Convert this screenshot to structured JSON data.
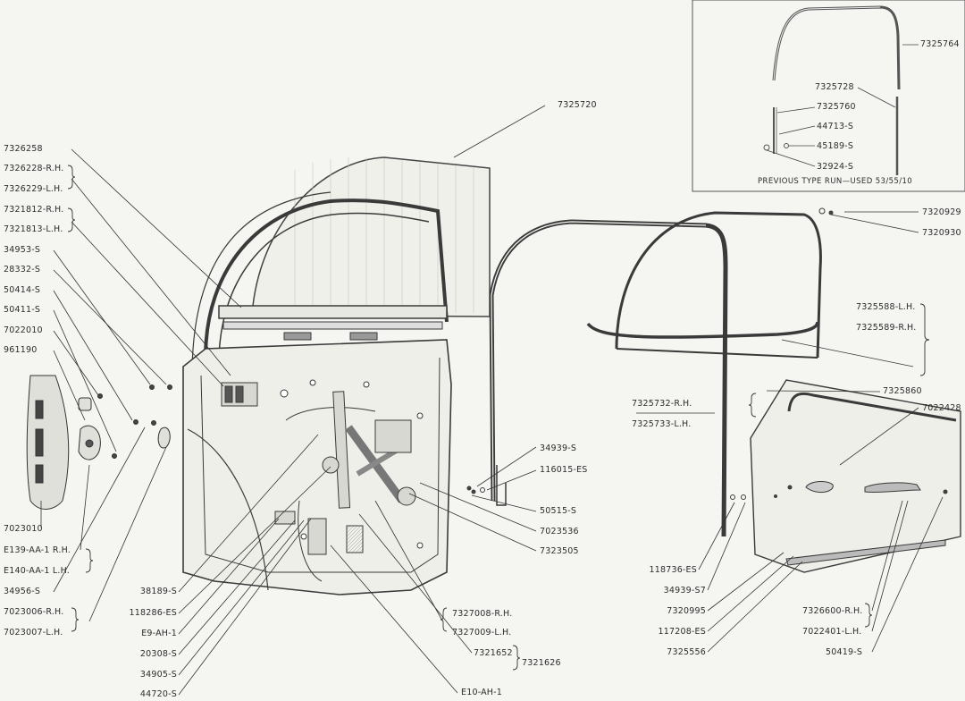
{
  "inset": {
    "caption": "PREVIOUS TYPE RUN—USED 53/55/10",
    "parts": [
      "7325764",
      "7325728",
      "7325760",
      "44713-S",
      "45189-S",
      "32924-S"
    ]
  },
  "left_labels": [
    "7326258",
    "7326228-R.H.",
    "7326229-L.H.",
    "7321812-R.H.",
    "7321813-L.H.",
    "34953-S",
    "28332-S",
    "50414-S",
    "50411-S",
    "7022010",
    "961190",
    "7023010",
    "E139-AA-1 R.H.",
    "E140-AA-1 L.H.",
    "34956-S",
    "7023006-R.H.",
    "7023007-L.H."
  ],
  "bottom_labels": [
    "38189-S",
    "118286-ES",
    "E9-AH-1",
    "20308-S",
    "34905-S",
    "44720-S",
    "E10-AH-1"
  ],
  "center_labels": {
    "top": "7325720",
    "regulator_rh": "7327008-R.H.",
    "regulator_lh": "7327009-L.H.",
    "p7321652": "7321652",
    "p7321626": "7321626",
    "p34939": "34939-S",
    "p116015": "116015-ES",
    "p50515": "50515-S",
    "p7023536": "7023536",
    "p7323505": "7323505"
  },
  "right_labels": {
    "p7320929": "7320929",
    "p7320930": "7320930",
    "p7325588": "7325588-L.H.",
    "p7325589": "7325589-R.H.",
    "p7325860": "7325860",
    "p7325732": "7325732-R.H.",
    "p7325733": "7325733-L.H.",
    "p7022428": "7022428",
    "p118736": "118736-ES",
    "p34939s7": "34939-S7",
    "p7320995": "7320995",
    "p117208": "117208-ES",
    "p7325556": "7325556",
    "p7326600": "7326600-R.H.",
    "p7022401": "7022401-L.H.",
    "p50419": "50419-S"
  }
}
